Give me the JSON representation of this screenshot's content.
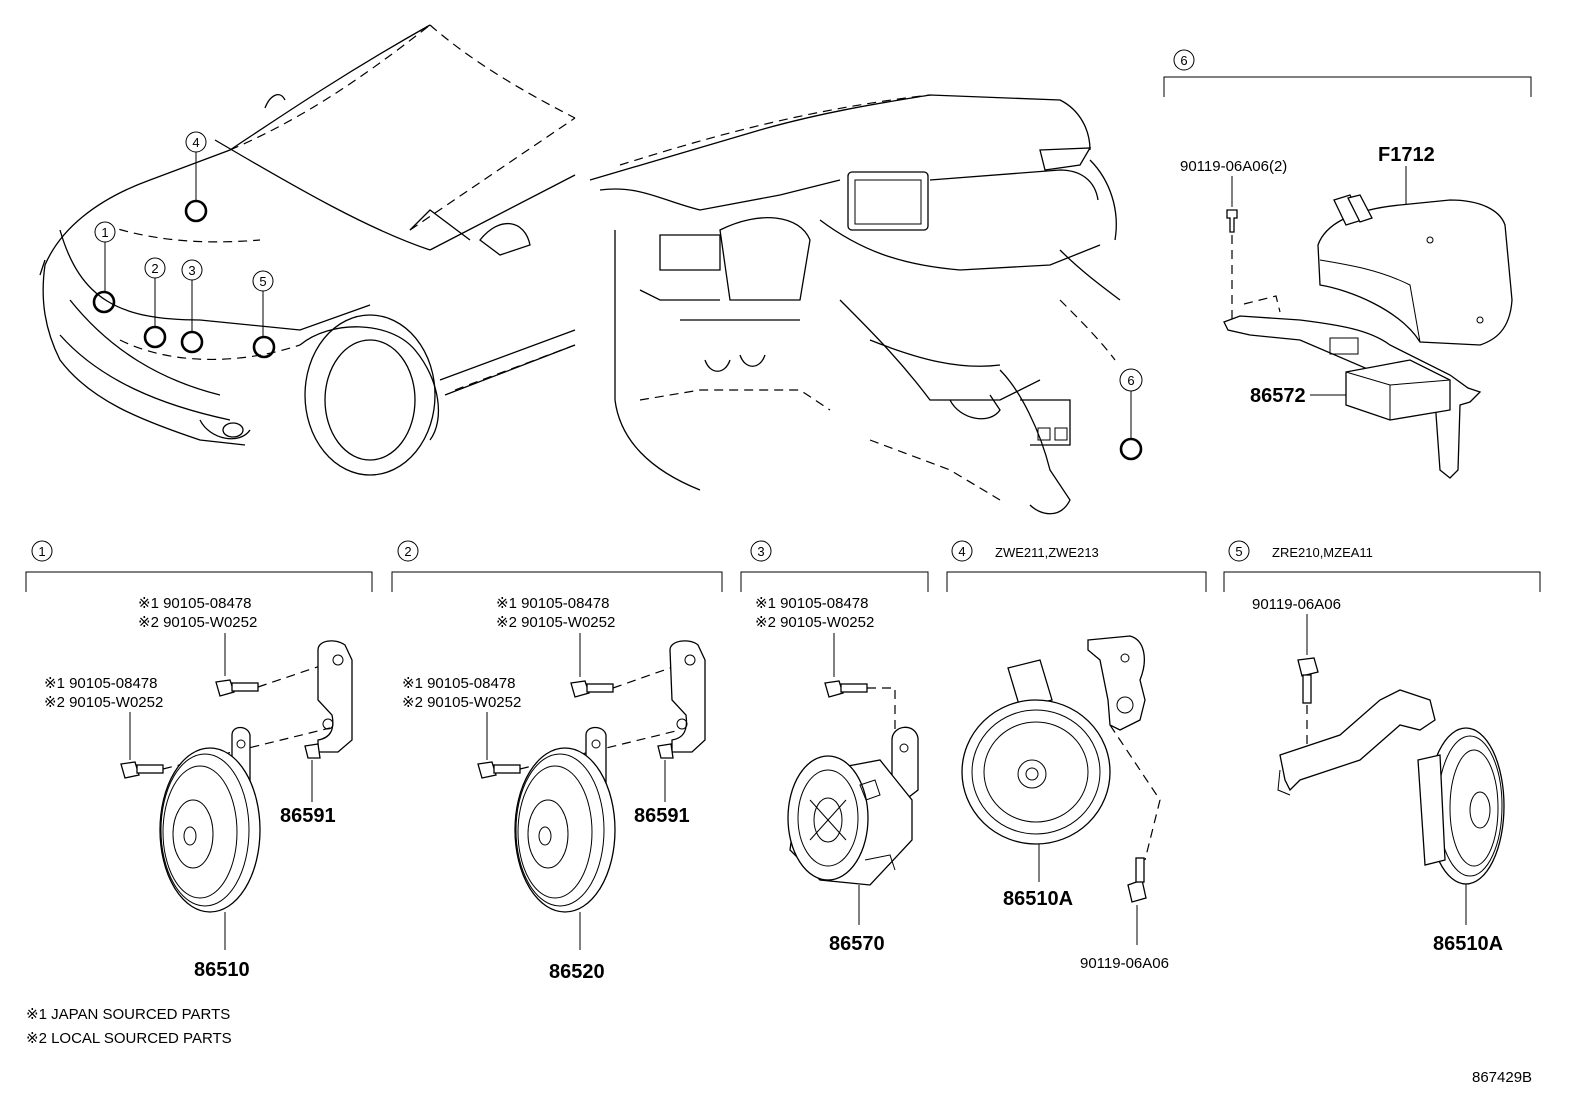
{
  "sections": {
    "s1": {
      "num": "1"
    },
    "s2": {
      "num": "2"
    },
    "s3": {
      "num": "3"
    },
    "s4": {
      "num": "4",
      "label": "ZWE211,ZWE213"
    },
    "s5": {
      "num": "5",
      "label": "ZRE210,MZEA11"
    },
    "s6": {
      "num": "6"
    }
  },
  "vehicle_callouts": [
    "1",
    "2",
    "3",
    "4",
    "5"
  ],
  "interior_callout": "6",
  "parts": {
    "s1_bolt_a_1": "※1 90105-08478",
    "s1_bolt_a_2": "※2 90105-W0252",
    "s1_bolt_b_1": "※1 90105-08478",
    "s1_bolt_b_2": "※2 90105-W0252",
    "s1_bracket": "86591",
    "s1_horn": "86510",
    "s2_bolt_a_1": "※1 90105-08478",
    "s2_bolt_a_2": "※2 90105-W0252",
    "s2_bolt_b_1": "※1 90105-08478",
    "s2_bolt_b_2": "※2 90105-W0252",
    "s2_bracket": "86591",
    "s2_horn": "86520",
    "s3_bolt_1": "※1 90105-08478",
    "s3_bolt_2": "※2 90105-W0252",
    "s3_horn": "86570",
    "s4_horn": "86510A",
    "s4_bolt": "90119-06A06",
    "s5_bolt": "90119-06A06",
    "s5_horn": "86510A",
    "s6_bolt": "90119-06A06(2)",
    "s6_cover": "F1712",
    "s6_module": "86572"
  },
  "notes": {
    "note1": "※1 JAPAN SOURCED PARTS",
    "note2": "※2 LOCAL SOURCED PARTS"
  },
  "diagram_id": "867429B"
}
